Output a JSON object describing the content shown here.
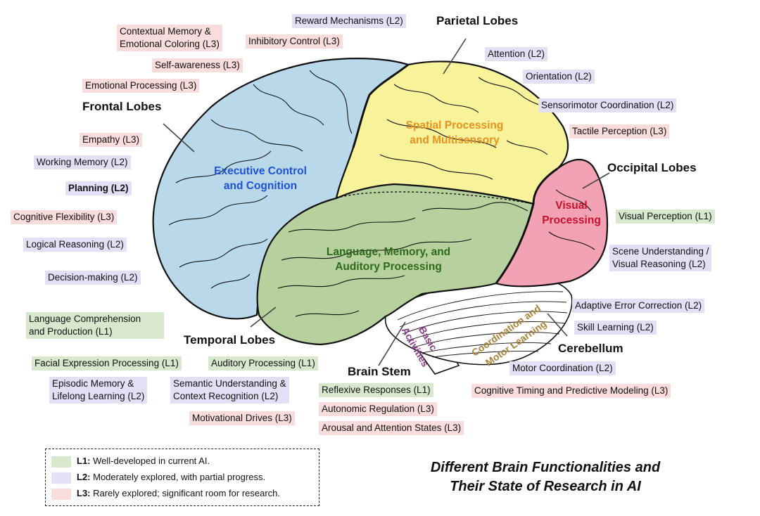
{
  "colors": {
    "frontal": "#b9d8ea",
    "parietal": "#f8f39a",
    "temporal": "#b6d09e",
    "occipital": "#f2a2b2",
    "cerebellum": "#ffffff",
    "l1": "#d7e8cd",
    "l2": "#e3e0f6",
    "l3": "#f9dcdc"
  },
  "lobes": {
    "frontal": "Frontal Lobes",
    "parietal": "Parietal Lobes",
    "occipital": "Occipital Lobes",
    "temporal": "Temporal Lobes",
    "brain_stem": "Brain Stem",
    "cerebellum": "Cerebellum"
  },
  "regions": {
    "frontal": [
      "Executive Control",
      "and Cognition"
    ],
    "parietal": [
      "Spatial Processing",
      "and Multisensory"
    ],
    "temporal": [
      "Language, Memory, and",
      "Auditory Processing"
    ],
    "occipital": [
      "Visual",
      "Processing"
    ],
    "cerebellum": [
      "Coordination and",
      "Motor Learning"
    ],
    "brain_stem": [
      "Basic",
      "Activities"
    ]
  },
  "labels": {
    "contextual_memory": [
      "Contextual Memory &",
      "Emotional Coloring (L3)"
    ],
    "reward": "Reward Mechanisms (L2)",
    "inhibitory": "Inhibitory Control (L3)",
    "self_awareness": "Self-awareness (L3)",
    "emotional_processing": "Emotional Processing (L3)",
    "empathy": "Empathy (L3)",
    "working_memory": "Working Memory (L2)",
    "planning": "Planning (L2)",
    "cognitive_flexibility": "Cognitive Flexibility (L3)",
    "logical_reasoning": "Logical Reasoning (L2)",
    "decision_making": "Decision-making (L2)",
    "language_comprehension": [
      "Language Comprehension",
      "and Production (L1)"
    ],
    "facial_expression": "Facial Expression Processing (L1)",
    "auditory_processing": "Auditory Processing (L1)",
    "episodic_memory": [
      "Episodic Memory &",
      "Lifelong Learning (L2)"
    ],
    "semantic_understanding": [
      "Semantic Understanding &",
      "Context Recognition (L2)"
    ],
    "motivational_drives": "Motivational Drives (L3)",
    "reflexive": "Reflexive Responses (L1)",
    "autonomic": "Autonomic Regulation (L3)",
    "arousal": "Arousal and Attention States (L3)",
    "attention": "Attention (L2)",
    "orientation": "Orientation (L2)",
    "sensorimotor": "Sensorimotor Coordination (L2)",
    "tactile": "Tactile Perception (L3)",
    "visual_perception": "Visual Perception (L1)",
    "scene_understanding": [
      "Scene Understanding /",
      "Visual Reasoning (L2)"
    ],
    "adaptive_error": "Adaptive Error Correction (L2)",
    "skill_learning": "Skill Learning (L2)",
    "motor_coordination": "Motor Coordination (L2)",
    "cognitive_timing": "Cognitive Timing and Predictive Modeling (L3)"
  },
  "legend": [
    {
      "key": "L1:",
      "text": " Well-developed in current AI.",
      "color": "#d7e8cd"
    },
    {
      "key": "L2:",
      "text": " Moderately explored, with partial progress.",
      "color": "#e3e0f6"
    },
    {
      "key": "L3:",
      "text": " Rarely explored; significant room for research.",
      "color": "#f9dcdc"
    }
  ],
  "title": [
    "Different Brain Functionalities and",
    "Their State of Research in AI"
  ]
}
